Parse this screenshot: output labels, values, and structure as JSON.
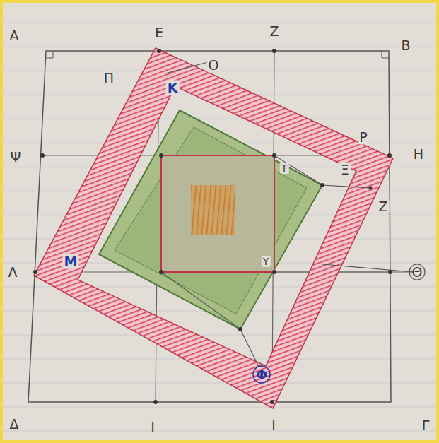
{
  "diagram": {
    "labels": [
      "Α",
      "Ε",
      "Ζ",
      "Β",
      "Π",
      "Ο",
      "Κ",
      "Ρ",
      "Η",
      "Ξ",
      "Ζ",
      "Ψ",
      "Τ",
      "Λ",
      "Μ",
      "Θ",
      "Υ",
      "Φ",
      "Δ",
      "Ι",
      "Ι",
      "Γ"
    ]
  }
}
